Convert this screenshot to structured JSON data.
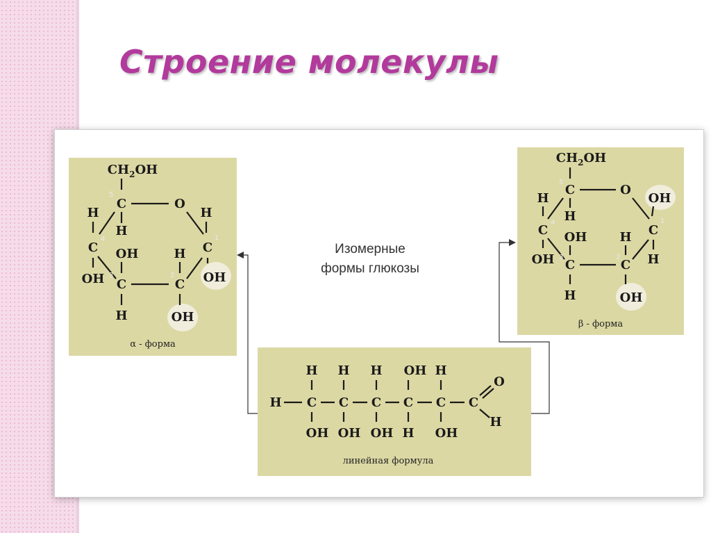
{
  "title": "Строение молекулы",
  "center_label": [
    "Изомерные",
    "формы глюкозы"
  ],
  "alpha": {
    "caption": "α - форма",
    "top_group": "CH2OH",
    "ring_oxygen": "O",
    "hydroxyls": [
      "OH",
      "OH",
      "OH",
      "OH"
    ],
    "ring_carbons": [
      "C",
      "C",
      "C",
      "C",
      "C"
    ],
    "numbers": [
      "5",
      "4",
      "3",
      "2",
      "1"
    ]
  },
  "beta": {
    "caption": "β - форма",
    "top_group": "CH2OH",
    "ring_oxygen": "O",
    "hydroxyls": [
      "OH",
      "OH",
      "OH",
      "OH"
    ],
    "ring_carbons": [
      "C",
      "C",
      "C",
      "C",
      "C"
    ],
    "numbers": [
      "5",
      "4",
      "3",
      "2",
      "1"
    ]
  },
  "linear": {
    "caption": "линейная формула",
    "top_row": [
      "H",
      "H",
      "H",
      "OH",
      "H"
    ],
    "bottom_row": [
      "OH",
      "OH",
      "OH",
      "H",
      "OH"
    ],
    "chain": [
      "H",
      "C",
      "C",
      "C",
      "C",
      "C",
      "C"
    ],
    "aldehyde_o": "O",
    "aldehyde_h": "H"
  },
  "colors": {
    "title": "#b23a9c",
    "panel": "#dcd8a4",
    "strip": "#f6dcea"
  }
}
